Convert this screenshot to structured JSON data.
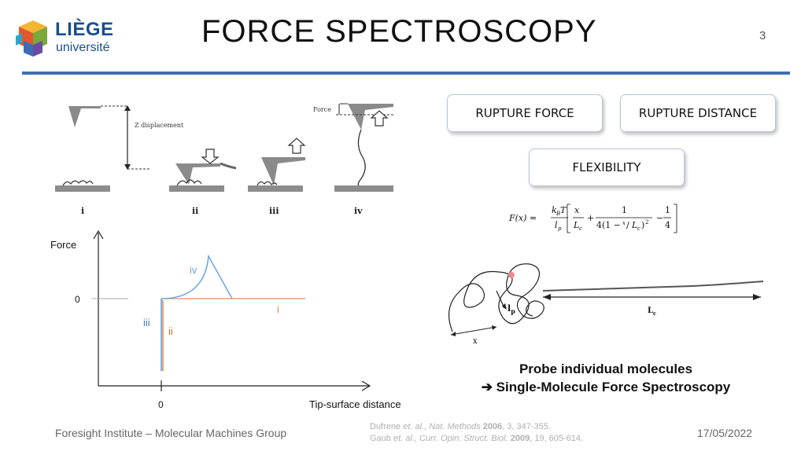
{
  "logo": {
    "line1": "LIÈGE",
    "line2": "université"
  },
  "title": "FORCE SPECTROSCOPY",
  "page_number": "3",
  "steps": {
    "labels": [
      "i",
      "ii",
      "iii",
      "iv"
    ],
    "z_displacement": "Z displacement",
    "force_label": "Force"
  },
  "curve": {
    "y_label": "Force",
    "x_label": "Tip-surface distance",
    "zero_y": "0",
    "zero_x": "0",
    "seg_i": "i",
    "seg_ii": "ii",
    "seg_iii": "iii",
    "seg_iv": "iv",
    "colors": {
      "i": "#e0845a",
      "ii": "#d2691e",
      "iii": "#3f7cc4",
      "iv": "#6aa5e0"
    }
  },
  "boxes": {
    "rupture_force": "RUPTURE FORCE",
    "rupture_distance": "RUPTURE DISTANCE",
    "flexibility": "FLEXIBILITY"
  },
  "polymer": {
    "lp": "l",
    "lp_sub": "p",
    "x": "x",
    "lc": "L",
    "lc_sub": "c"
  },
  "probe": {
    "line1": "Probe individual molecules",
    "line2": "➔ Single-Molecule Force Spectroscopy"
  },
  "footer": {
    "left": "Foresight Institute – Molecular Machines Group",
    "date": "17/05/2022"
  },
  "refs": {
    "r1_a": "Dufrene ",
    "r1_b": "et. al., Nat. Methods ",
    "r1_c": "2006",
    "r1_d": ", 3, 347-355.",
    "r2_a": "Gaub ",
    "r2_b": "et. al., Curr. Opin. Struct. Biol. ",
    "r2_c": "2009",
    "r2_d": ", 19, 605-614."
  }
}
